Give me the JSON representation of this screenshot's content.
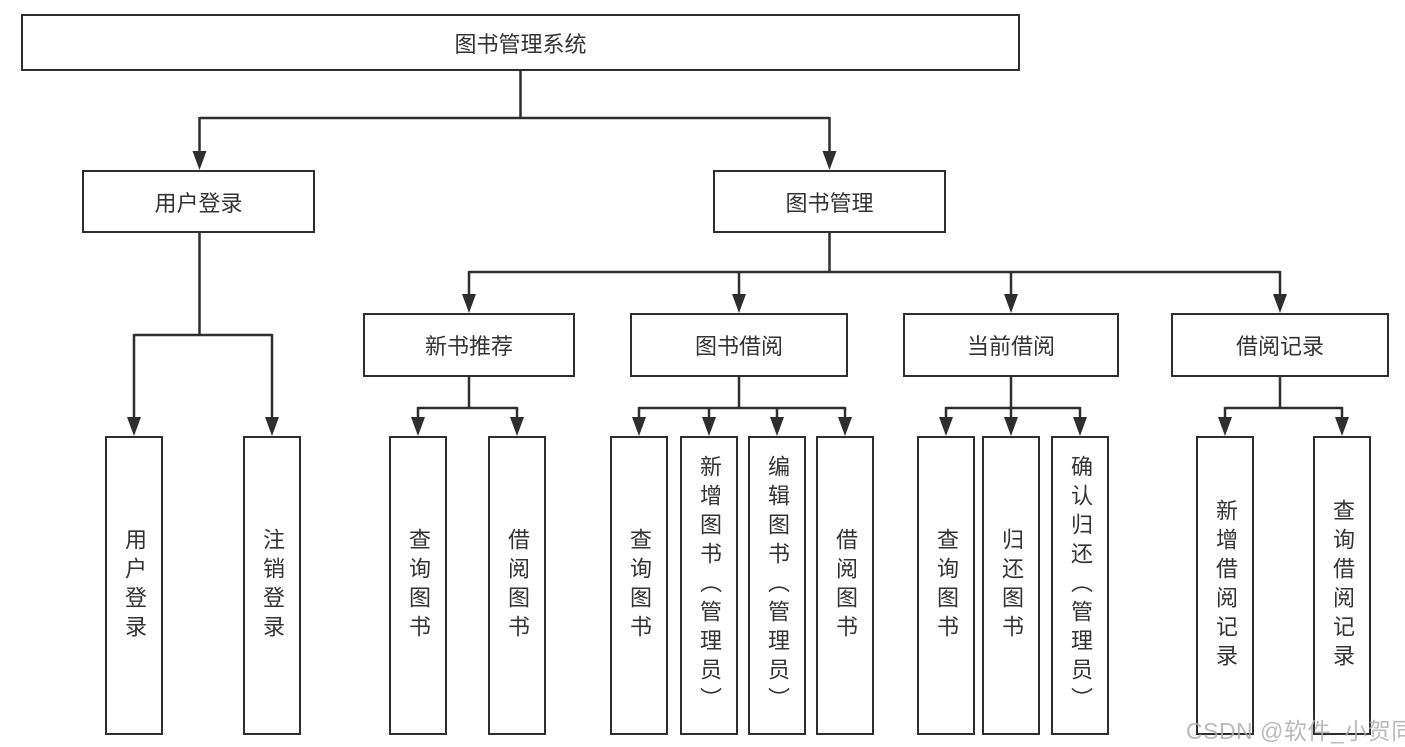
{
  "diagram": {
    "root": {
      "label": "图书管理系统"
    },
    "user_login": {
      "label": "用户登录",
      "children": [
        {
          "label": "用户登录"
        },
        {
          "label": "注销登录"
        }
      ]
    },
    "book_management": {
      "label": "图书管理",
      "children": [
        {
          "label": "新书推荐",
          "children": [
            {
              "label": "查询图书"
            },
            {
              "label": "借阅图书"
            }
          ]
        },
        {
          "label": "图书借阅",
          "children": [
            {
              "label": "查询图书"
            },
            {
              "label": "新增图书（管理员）"
            },
            {
              "label": "编辑图书（管理员）"
            },
            {
              "label": "借阅图书"
            }
          ]
        },
        {
          "label": "当前借阅",
          "children": [
            {
              "label": "查询图书"
            },
            {
              "label": "归还图书"
            },
            {
              "label": "确认归还（管理员）"
            }
          ]
        },
        {
          "label": "借阅记录",
          "children": [
            {
              "label": "新增借阅记录"
            },
            {
              "label": "查询借阅记录"
            }
          ]
        }
      ]
    }
  },
  "watermark": {
    "text": "CSDN @软件_小贺同学"
  },
  "colors": {
    "line": "#2e2e2e",
    "box_border": "#2e2e2e",
    "box_fill": "#ffffff",
    "text": "#333333",
    "watermark": "#aeaeae",
    "background": "#ffffff"
  }
}
